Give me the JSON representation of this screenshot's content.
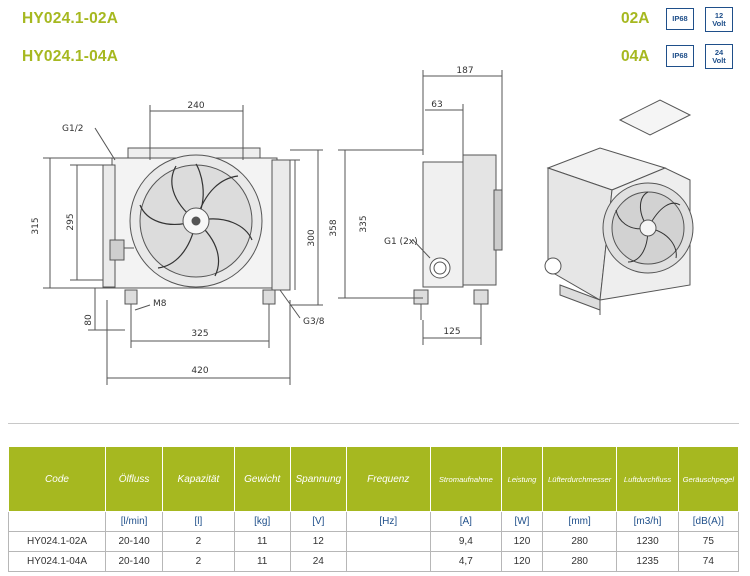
{
  "header": {
    "models": [
      "HY024.1-02A",
      "HY024.1-04A"
    ],
    "variants": [
      {
        "code": "02A",
        "ip": "IP68",
        "voltage": "12",
        "voltage_unit": "Volt"
      },
      {
        "code": "04A",
        "ip": "IP68",
        "voltage": "24",
        "voltage_unit": "Volt"
      }
    ]
  },
  "drawing": {
    "front": {
      "w240": "240",
      "g12": "G1/2",
      "h315": "315",
      "h295": "295",
      "h80": "80",
      "m8": "M8",
      "w325": "325",
      "w420": "420",
      "h300": "300",
      "h358": "358",
      "g38": "G3/8"
    },
    "side": {
      "w187": "187",
      "w63": "63",
      "h335": "335",
      "g1": "G1 (2x)",
      "w125": "125"
    }
  },
  "table": {
    "headers": [
      "Code",
      "Ölfluss",
      "Kapazität",
      "Gewicht",
      "Spannung",
      "Frequenz",
      "Stromaufnahme",
      "Leistung",
      "Lüfterdurchmesser",
      "Luftdurchfluss",
      "Geräuschpegel"
    ],
    "units": [
      "",
      "[l/min]",
      "[l]",
      "[kg]",
      "[V]",
      "[Hz]",
      "[A]",
      "[W]",
      "[mm]",
      "[m3/h]",
      "[dB(A)]"
    ],
    "rows": [
      [
        "HY024.1-02A",
        "20-140",
        "2",
        "11",
        "12",
        "",
        "9,4",
        "120",
        "280",
        "1230",
        "75"
      ],
      [
        "HY024.1-04A",
        "20-140",
        "2",
        "11",
        "24",
        "",
        "4,7",
        "120",
        "280",
        "1235",
        "74"
      ]
    ]
  },
  "colors": {
    "accent": "#a6b820",
    "badge": "#1f4f8a",
    "table_border": "#b7b7b7"
  }
}
